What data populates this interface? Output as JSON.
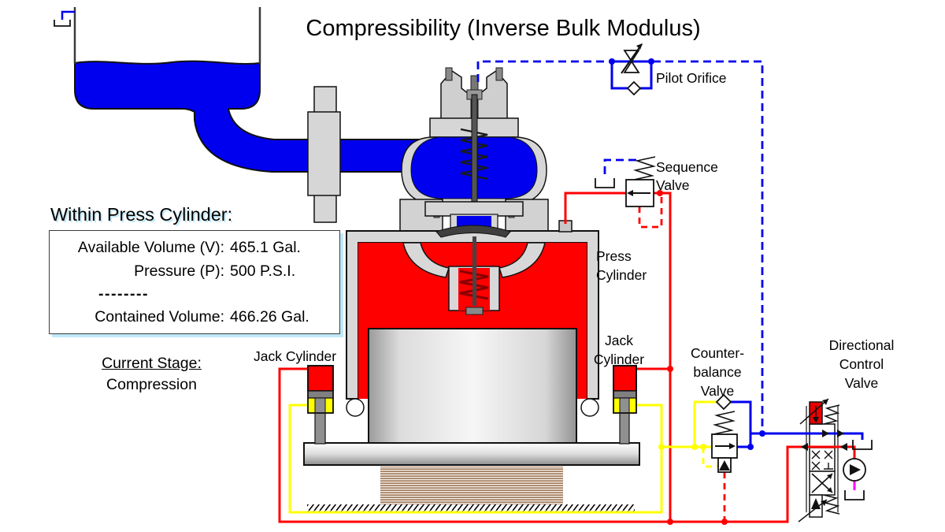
{
  "title": "Compressibility (Inverse Bulk Modulus)",
  "info_panel": {
    "heading": "Within Press Cylinder:",
    "available_volume_label": "Available Volume (V):",
    "available_volume_value": "465.1 Gal.",
    "pressure_label": "Pressure (P):",
    "pressure_value": "500 P.S.I.",
    "divider": "--------",
    "contained_volume_label": "Contained Volume:",
    "contained_volume_value": "466.26 Gal."
  },
  "stage": {
    "label": "Current Stage:",
    "value": "Compression"
  },
  "labels": {
    "pilot_orifice": "Pilot Orifice",
    "sequence_valve_1": "Sequence",
    "sequence_valve_2": "Valve",
    "press_cylinder_1": "Press",
    "press_cylinder_2": "Cylinder",
    "jack_cylinder_left": "Jack Cylinder",
    "jack_cylinder_right_1": "Jack",
    "jack_cylinder_right_2": "Cylinder",
    "counterbalance_1": "Counter-",
    "counterbalance_2": "balance",
    "counterbalance_3": "Valve",
    "dcv_1": "Directional",
    "dcv_2": "Control",
    "dcv_3": "Valve"
  },
  "colors": {
    "fluid_supply": "#0000ee",
    "fluid_pressurized": "#ff0000",
    "fluid_return": "#ffff00",
    "pump_drain": "#ff00ff",
    "panel_shadow": "#bfe9f9"
  }
}
